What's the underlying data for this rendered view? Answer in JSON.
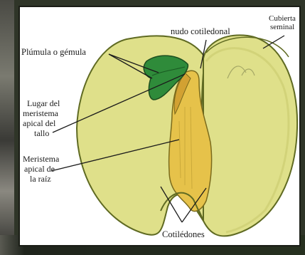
{
  "diagram": {
    "labels": {
      "plumula": "Plúmula o gémula",
      "nudo": "nudo cotiledonal",
      "cubierta_line1": "Cubierta",
      "cubierta_line2": "seminal",
      "lugar_line1": "Lugar del",
      "lugar_line2": "meristema",
      "lugar_line3": "apical del",
      "lugar_line4": "tallo",
      "meristema_line1": "Meristema",
      "meristema_line2": "apical de",
      "meristema_line3": "la raíz",
      "cotiledones": "Cotilédones"
    },
    "colors": {
      "cotyledon_fill": "#dfe08a",
      "seed_outline": "#5f6a22",
      "plumule_green": "#2f8b3a",
      "axis_yellow": "#e6c24a",
      "background": "#ffffff"
    }
  }
}
